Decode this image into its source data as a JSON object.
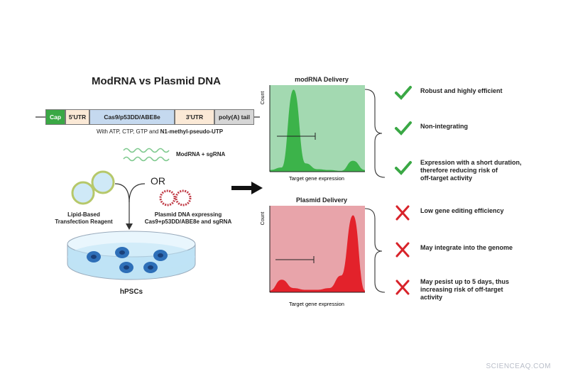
{
  "title": "ModRNA vs Plasmid DNA",
  "construct": {
    "cap": "Cap",
    "utr5": "5'UTR",
    "cds": "Cas9/p53DD/ABE8e",
    "utr3": "3'UTR",
    "polya": "poly(A) tail",
    "note_plain": "With ATP, CTP, GTP and ",
    "note_bold": "N1-methyl-pseudo-UTP"
  },
  "modrna_label": "ModRNA + sgRNA",
  "or_label": "OR",
  "lipid_label_line1": "Lipid-Based",
  "lipid_label_line2": "Transfection Reagent",
  "plasmid_label_line1": "Plasmid DNA expressing",
  "plasmid_label_line2": "Cas9+p53DD/ABE8e and sgRNA",
  "cells_label": "hPSCs",
  "colors": {
    "green_fill": "#a3d9b1",
    "green_peak": "#3cb34a",
    "red_fill": "#e8a4aa",
    "red_peak": "#e3222b",
    "check": "#3aa845",
    "cross": "#d8232a",
    "construct_cap": "#3aa845",
    "construct_utr": "#fbe9d6",
    "construct_cds": "#c5d9ef",
    "construct_polya": "#d6d6d6",
    "dish": "#bfe3f5",
    "cell": "#2e6fb8"
  },
  "chart_data": [
    {
      "type": "area",
      "title": "modRNA Delivery",
      "xlabel": "Target gene expression",
      "ylabel": "Count",
      "series": [
        {
          "values": [
            0.02,
            0.05,
            0.98,
            0.1,
            0.03,
            0.02,
            0.01,
            0.13,
            0.02
          ]
        }
      ]
    },
    {
      "type": "area",
      "title": "Plasmid Delivery",
      "xlabel": "Target gene expression",
      "ylabel": "Count",
      "series": [
        {
          "values": [
            0.02,
            0.15,
            0.05,
            0.03,
            0.03,
            0.05,
            0.2,
            0.92,
            0.02
          ]
        }
      ]
    }
  ],
  "modrna_results": [
    {
      "icon": "check-icon",
      "lines": [
        "Robust and highly efficient"
      ]
    },
    {
      "icon": "check-icon",
      "lines": [
        "Non-integrating"
      ]
    },
    {
      "icon": "check-icon",
      "lines": [
        "Expression with a short duration,",
        "therefore reducing risk of",
        "off-target activity"
      ]
    }
  ],
  "plasmid_results": [
    {
      "icon": "cross-icon",
      "lines": [
        "Low gene editing efficiency"
      ]
    },
    {
      "icon": "cross-icon",
      "lines": [
        "May integrate into the genome"
      ]
    },
    {
      "icon": "cross-icon",
      "lines": [
        "May pesist up to 5 days, thus",
        "increasing risk of off-target",
        "activity"
      ]
    }
  ],
  "watermark": "SCIENCEAQ.COM"
}
